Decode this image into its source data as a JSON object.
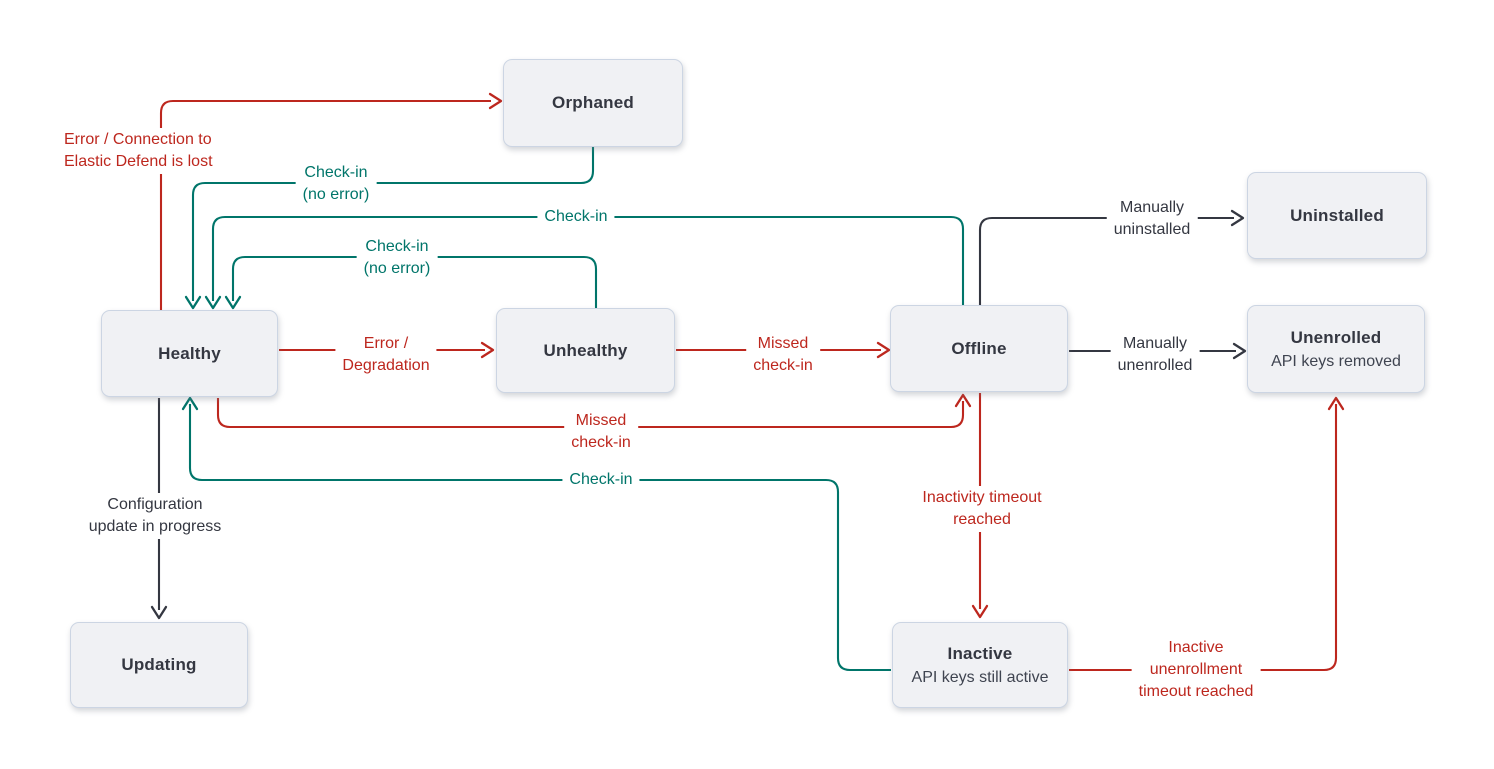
{
  "colors": {
    "error_red": "#bd271e",
    "checkin_teal": "#00756a",
    "neutral_ink": "#343741",
    "box_fill": "#f0f1f4",
    "box_border": "#ccd5e3"
  },
  "states": {
    "orphaned": {
      "title": "Orphaned"
    },
    "uninstalled": {
      "title": "Uninstalled"
    },
    "healthy": {
      "title": "Healthy"
    },
    "unhealthy": {
      "title": "Unhealthy"
    },
    "offline": {
      "title": "Offline"
    },
    "unenrolled": {
      "title": "Unenrolled",
      "subtitle": "API keys removed"
    },
    "updating": {
      "title": "Updating"
    },
    "inactive": {
      "title": "Inactive",
      "subtitle": "API keys still active"
    }
  },
  "edges": {
    "healthy_to_orphaned": {
      "from": "Healthy",
      "to": "Orphaned",
      "color": "red",
      "lines": [
        "Error / Connection to",
        "Elastic Defend is lost"
      ]
    },
    "orphaned_to_healthy": {
      "from": "Orphaned",
      "to": "Healthy",
      "color": "teal",
      "lines": [
        "Check-in",
        "(no error)"
      ]
    },
    "offline_to_healthy": {
      "from": "Offline",
      "to": "Healthy",
      "color": "teal",
      "lines": [
        "Check-in"
      ]
    },
    "unhealthy_to_healthy": {
      "from": "Unhealthy",
      "to": "Healthy",
      "color": "teal",
      "lines": [
        "Check-in",
        "(no error)"
      ]
    },
    "healthy_to_unhealthy": {
      "from": "Healthy",
      "to": "Unhealthy",
      "color": "red",
      "lines": [
        "Error /",
        "Degradation"
      ]
    },
    "unhealthy_to_offline": {
      "from": "Unhealthy",
      "to": "Offline",
      "color": "red",
      "lines": [
        "Missed",
        "check-in"
      ]
    },
    "offline_to_uninstalled": {
      "from": "Offline",
      "to": "Uninstalled",
      "color": "ink",
      "lines": [
        "Manually",
        "uninstalled"
      ]
    },
    "offline_to_unenrolled": {
      "from": "Offline",
      "to": "Unenrolled",
      "color": "ink",
      "lines": [
        "Manually",
        "unenrolled"
      ]
    },
    "healthy_to_offline": {
      "from": "Healthy",
      "to": "Offline",
      "color": "red",
      "lines": [
        "Missed",
        "check-in"
      ]
    },
    "inactive_to_healthy": {
      "from": "Inactive",
      "to": "Healthy",
      "color": "teal",
      "lines": [
        "Check-in"
      ]
    },
    "healthy_to_updating": {
      "from": "Healthy",
      "to": "Updating",
      "color": "ink",
      "lines": [
        "Configuration",
        "update in progress"
      ]
    },
    "offline_to_inactive": {
      "from": "Offline",
      "to": "Inactive",
      "color": "red",
      "lines": [
        "Inactivity timeout",
        "reached"
      ]
    },
    "inactive_to_unenrolled": {
      "from": "Inactive",
      "to": "Unenrolled",
      "color": "red",
      "lines": [
        "Inactive",
        "unenrollment",
        "timeout reached"
      ]
    }
  }
}
